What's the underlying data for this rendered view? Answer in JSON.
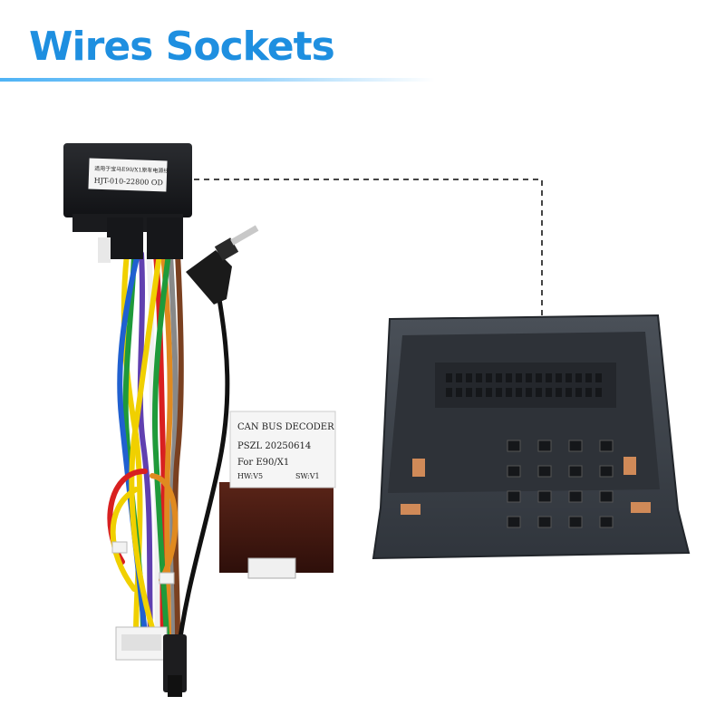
{
  "header": {
    "title": "Wires Sockets"
  },
  "harness_label": {
    "line1": "适用于宝马E90/X1原车电源线",
    "line2": "HJT-010-22800 OD"
  },
  "decoder": {
    "title": "CAN BUS DECODER",
    "serial": "PSZL 20250614",
    "model": "For  E90/X1",
    "hw": "HW:V5",
    "sw": "SW:V1"
  },
  "colors": {
    "accent": "#1e8fe0",
    "connector_body": "#3b4048",
    "decoder_body": "#4a1c14"
  }
}
